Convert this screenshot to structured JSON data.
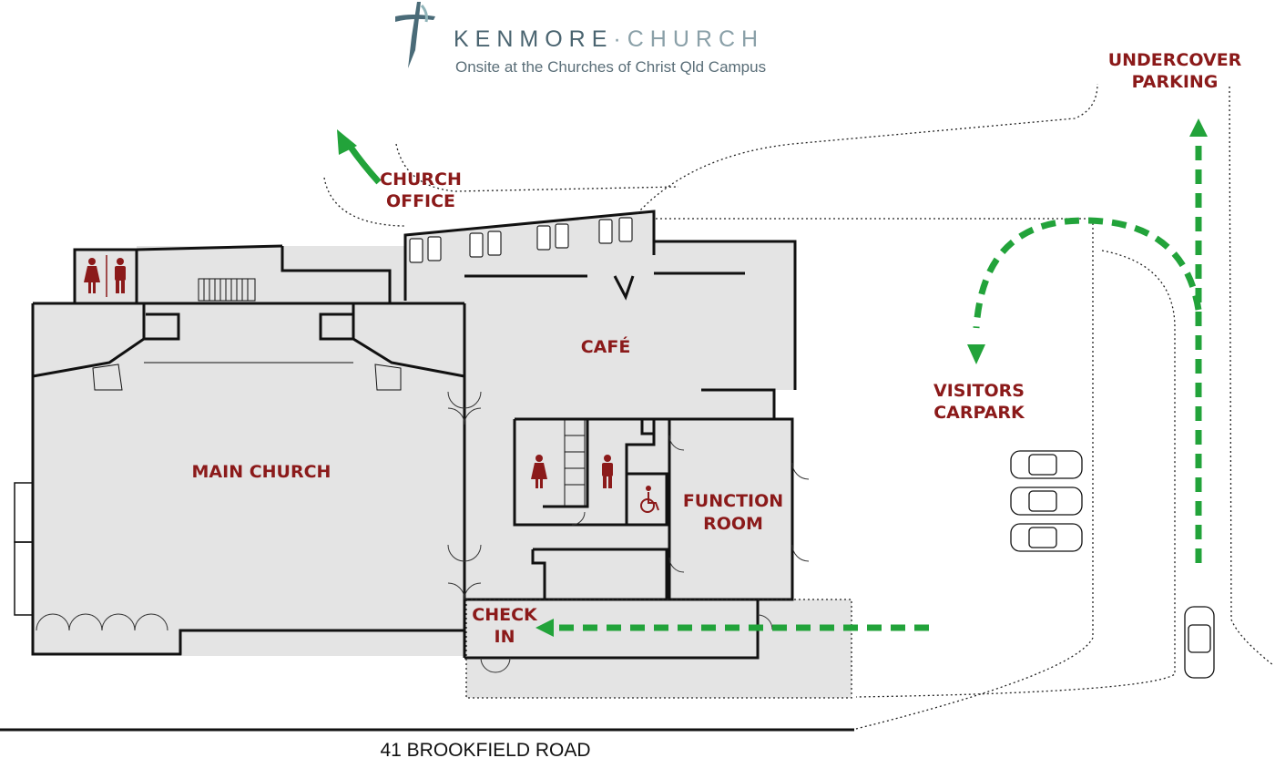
{
  "header": {
    "brand_left": "KENMORE",
    "brand_sep": "·",
    "brand_right": "CHURCH",
    "tagline": "Onsite at the Churches of Christ Qld Campus"
  },
  "rooms": {
    "main_church": "MAIN CHURCH",
    "cafe": "CAFÉ",
    "function_room_line1": "FUNCTION",
    "function_room_line2": "ROOM",
    "check_in_line1": "CHECK",
    "check_in_line2": "IN"
  },
  "labels": {
    "church_office_line1": "CHURCH",
    "church_office_line2": "OFFICE",
    "undercover_line1": "UNDERCOVER",
    "undercover_line2": "PARKING",
    "visitors_line1": "VISITORS",
    "visitors_line2": "CARPARK"
  },
  "road": "41 BROOKFIELD ROAD",
  "colors": {
    "room_label": "#8b1a1a",
    "arrow_green": "#22a33a",
    "floor_grey": "#e4e4e4",
    "brand_blue": "#4a6470"
  },
  "icons": [
    "female-toilet-icon",
    "male-toilet-icon",
    "accessible-toilet-icon",
    "car-icon",
    "cross-logo-icon"
  ]
}
